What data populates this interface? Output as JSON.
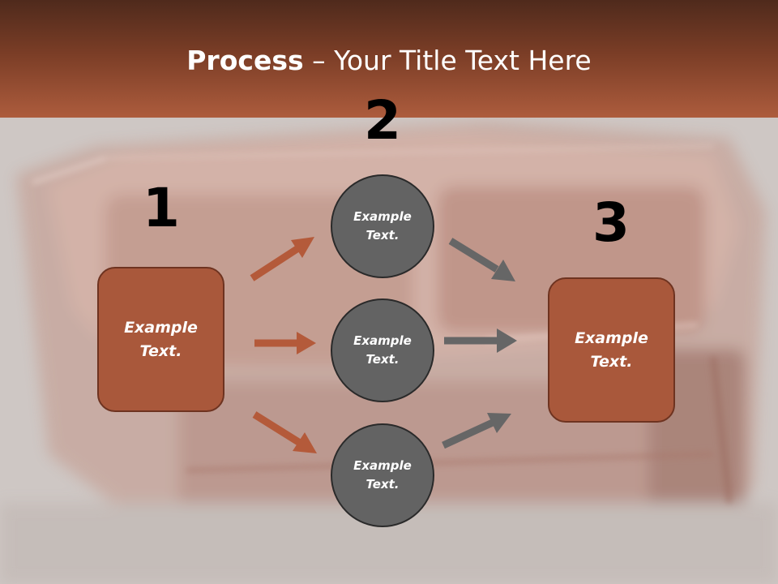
{
  "title": {
    "bold": "Process",
    "rest": " – Your Title Text Here"
  },
  "steps": [
    {
      "number": "1",
      "text": "Example Text."
    },
    {
      "number": "2",
      "nodes": [
        "Example Text.",
        "Example Text.",
        "Example Text."
      ]
    },
    {
      "number": "3",
      "text": "Example Text."
    }
  ],
  "colors": {
    "header_top": "#4f2a1c",
    "header_bottom": "#ad5c3d",
    "accent_box": "#a9583b",
    "node_gray": "#636363",
    "arrow_orange": "#b45a3a",
    "arrow_gray": "#666666"
  }
}
